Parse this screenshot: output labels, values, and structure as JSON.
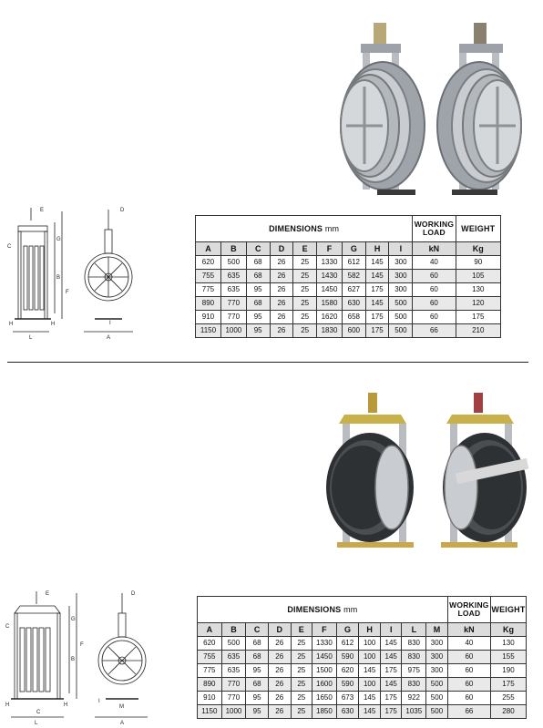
{
  "table1": {
    "title_main": "DIMENSIONS",
    "title_unit": "mm",
    "working_load": "WORKING LOAD",
    "weight": "WEIGHT",
    "columns": [
      "A",
      "B",
      "C",
      "D",
      "E",
      "F",
      "G",
      "H",
      "I"
    ],
    "unit_load": "kN",
    "unit_weight": "Kg",
    "rows": [
      [
        "620",
        "500",
        "68",
        "26",
        "25",
        "1330",
        "612",
        "145",
        "300",
        "40",
        "90"
      ],
      [
        "755",
        "635",
        "68",
        "26",
        "25",
        "1430",
        "582",
        "145",
        "300",
        "60",
        "105"
      ],
      [
        "775",
        "635",
        "95",
        "26",
        "25",
        "1450",
        "627",
        "175",
        "300",
        "60",
        "130"
      ],
      [
        "890",
        "770",
        "68",
        "26",
        "25",
        "1580",
        "630",
        "145",
        "500",
        "60",
        "120"
      ],
      [
        "910",
        "770",
        "95",
        "26",
        "25",
        "1620",
        "658",
        "175",
        "500",
        "60",
        "175"
      ],
      [
        "1150",
        "1000",
        "95",
        "26",
        "25",
        "1830",
        "600",
        "175",
        "500",
        "66",
        "210"
      ]
    ]
  },
  "table2": {
    "title_main": "DIMENSIONS",
    "title_unit": "mm",
    "working_load": "WORKING LOAD",
    "weight": "WEIGHT",
    "columns": [
      "A",
      "B",
      "C",
      "D",
      "E",
      "F",
      "G",
      "H",
      "I",
      "L",
      "M"
    ],
    "unit_load": "kN",
    "unit_weight": "Kg",
    "rows": [
      [
        "620",
        "500",
        "68",
        "26",
        "25",
        "1330",
        "612",
        "100",
        "145",
        "830",
        "300",
        "40",
        "130"
      ],
      [
        "755",
        "635",
        "68",
        "26",
        "25",
        "1450",
        "590",
        "100",
        "145",
        "830",
        "300",
        "60",
        "155"
      ],
      [
        "775",
        "635",
        "95",
        "26",
        "25",
        "1500",
        "620",
        "145",
        "175",
        "975",
        "300",
        "60",
        "190"
      ],
      [
        "890",
        "770",
        "68",
        "26",
        "25",
        "1600",
        "590",
        "100",
        "145",
        "830",
        "500",
        "60",
        "175"
      ],
      [
        "910",
        "770",
        "95",
        "26",
        "25",
        "1650",
        "673",
        "145",
        "175",
        "922",
        "500",
        "60",
        "255"
      ],
      [
        "1150",
        "1000",
        "95",
        "26",
        "25",
        "1850",
        "630",
        "145",
        "175",
        "1035",
        "500",
        "66",
        "280"
      ]
    ]
  },
  "drawing1_labels": {
    "e": "E",
    "d": "D",
    "g": "G",
    "c": "C",
    "b": "B",
    "f": "F",
    "h": "H",
    "l": "L",
    "i": "I",
    "a": "A"
  },
  "drawing2_labels": {
    "e": "E",
    "d": "D",
    "g": "G",
    "c": "C",
    "b": "B",
    "f": "F",
    "h": "H",
    "l": "L",
    "i": "I",
    "a": "A",
    "m": "M"
  },
  "colors": {
    "frame_silver": "#b9bcc0",
    "sheave_dark": "#2e3134",
    "bracket_yellow": "#c8b04a",
    "header_gray": "#dcdcdc",
    "row_gray": "#e9e9e9"
  }
}
